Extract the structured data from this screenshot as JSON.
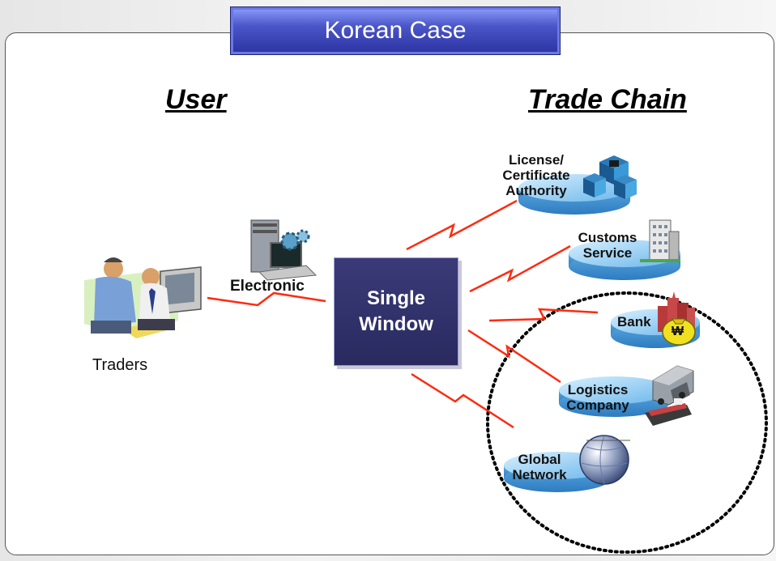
{
  "title": "Korean Case",
  "left_heading": "User",
  "right_heading": "Trade Chain",
  "user": {
    "label": "Traders"
  },
  "link": {
    "label": "Electronic"
  },
  "hub": {
    "line1": "Single",
    "line2": "Window"
  },
  "nodes": {
    "license": [
      "License/",
      "Certificate",
      "Authority"
    ],
    "customs": [
      "Customs",
      "Service"
    ],
    "bank": "Bank",
    "bank_symbol": "₩",
    "logistics": [
      "Logistics",
      "Company"
    ],
    "global": [
      "Global",
      "Network"
    ]
  },
  "colors": {
    "title_bg": "#3a45b8",
    "hub_bg": "#2f2f6a",
    "disc": "#7cc2f0",
    "link": "#ff2a10"
  }
}
